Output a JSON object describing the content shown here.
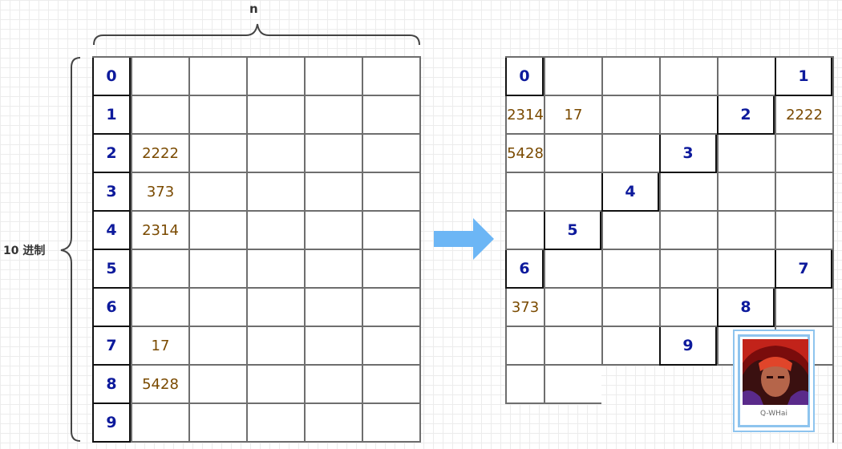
{
  "top_label": "n",
  "side_label": "10 进制",
  "index_labels": [
    "0",
    "1",
    "2",
    "3",
    "4",
    "5",
    "6",
    "7",
    "8",
    "9"
  ],
  "left_table": {
    "rows": [
      [
        "",
        "",
        "",
        "",
        ""
      ],
      [
        "",
        "",
        "",
        "",
        ""
      ],
      [
        "2222",
        "",
        "",
        "",
        ""
      ],
      [
        "373",
        "",
        "",
        "",
        ""
      ],
      [
        "2314",
        "",
        "",
        "",
        ""
      ],
      [
        "",
        "",
        "",
        "",
        ""
      ],
      [
        "",
        "",
        "",
        "",
        ""
      ],
      [
        "17",
        "",
        "",
        "",
        ""
      ],
      [
        "5428",
        "",
        "",
        "",
        ""
      ],
      [
        "",
        "",
        "",
        "",
        ""
      ]
    ]
  },
  "right_table": {
    "rows": [
      [
        "",
        "",
        "",
        ""
      ],
      [
        "2314",
        "17",
        "",
        ""
      ],
      [
        "2222",
        "5428",
        "",
        ""
      ],
      [
        "",
        "",
        "",
        ""
      ],
      [
        "",
        "",
        "",
        ""
      ],
      [
        "",
        "",
        "",
        ""
      ],
      [
        "",
        "",
        "",
        ""
      ],
      [
        "373",
        "",
        "",
        ""
      ],
      [
        "",
        "",
        "",
        ""
      ],
      [
        "",
        "",
        "",
        ""
      ]
    ]
  },
  "avatar_caption": "Q-WHai",
  "colors": {
    "index_text": "#0d1a9c",
    "value_text": "#7a4a00",
    "arrow": "#6cb6f5",
    "grid_line": "#6e6e6e"
  }
}
